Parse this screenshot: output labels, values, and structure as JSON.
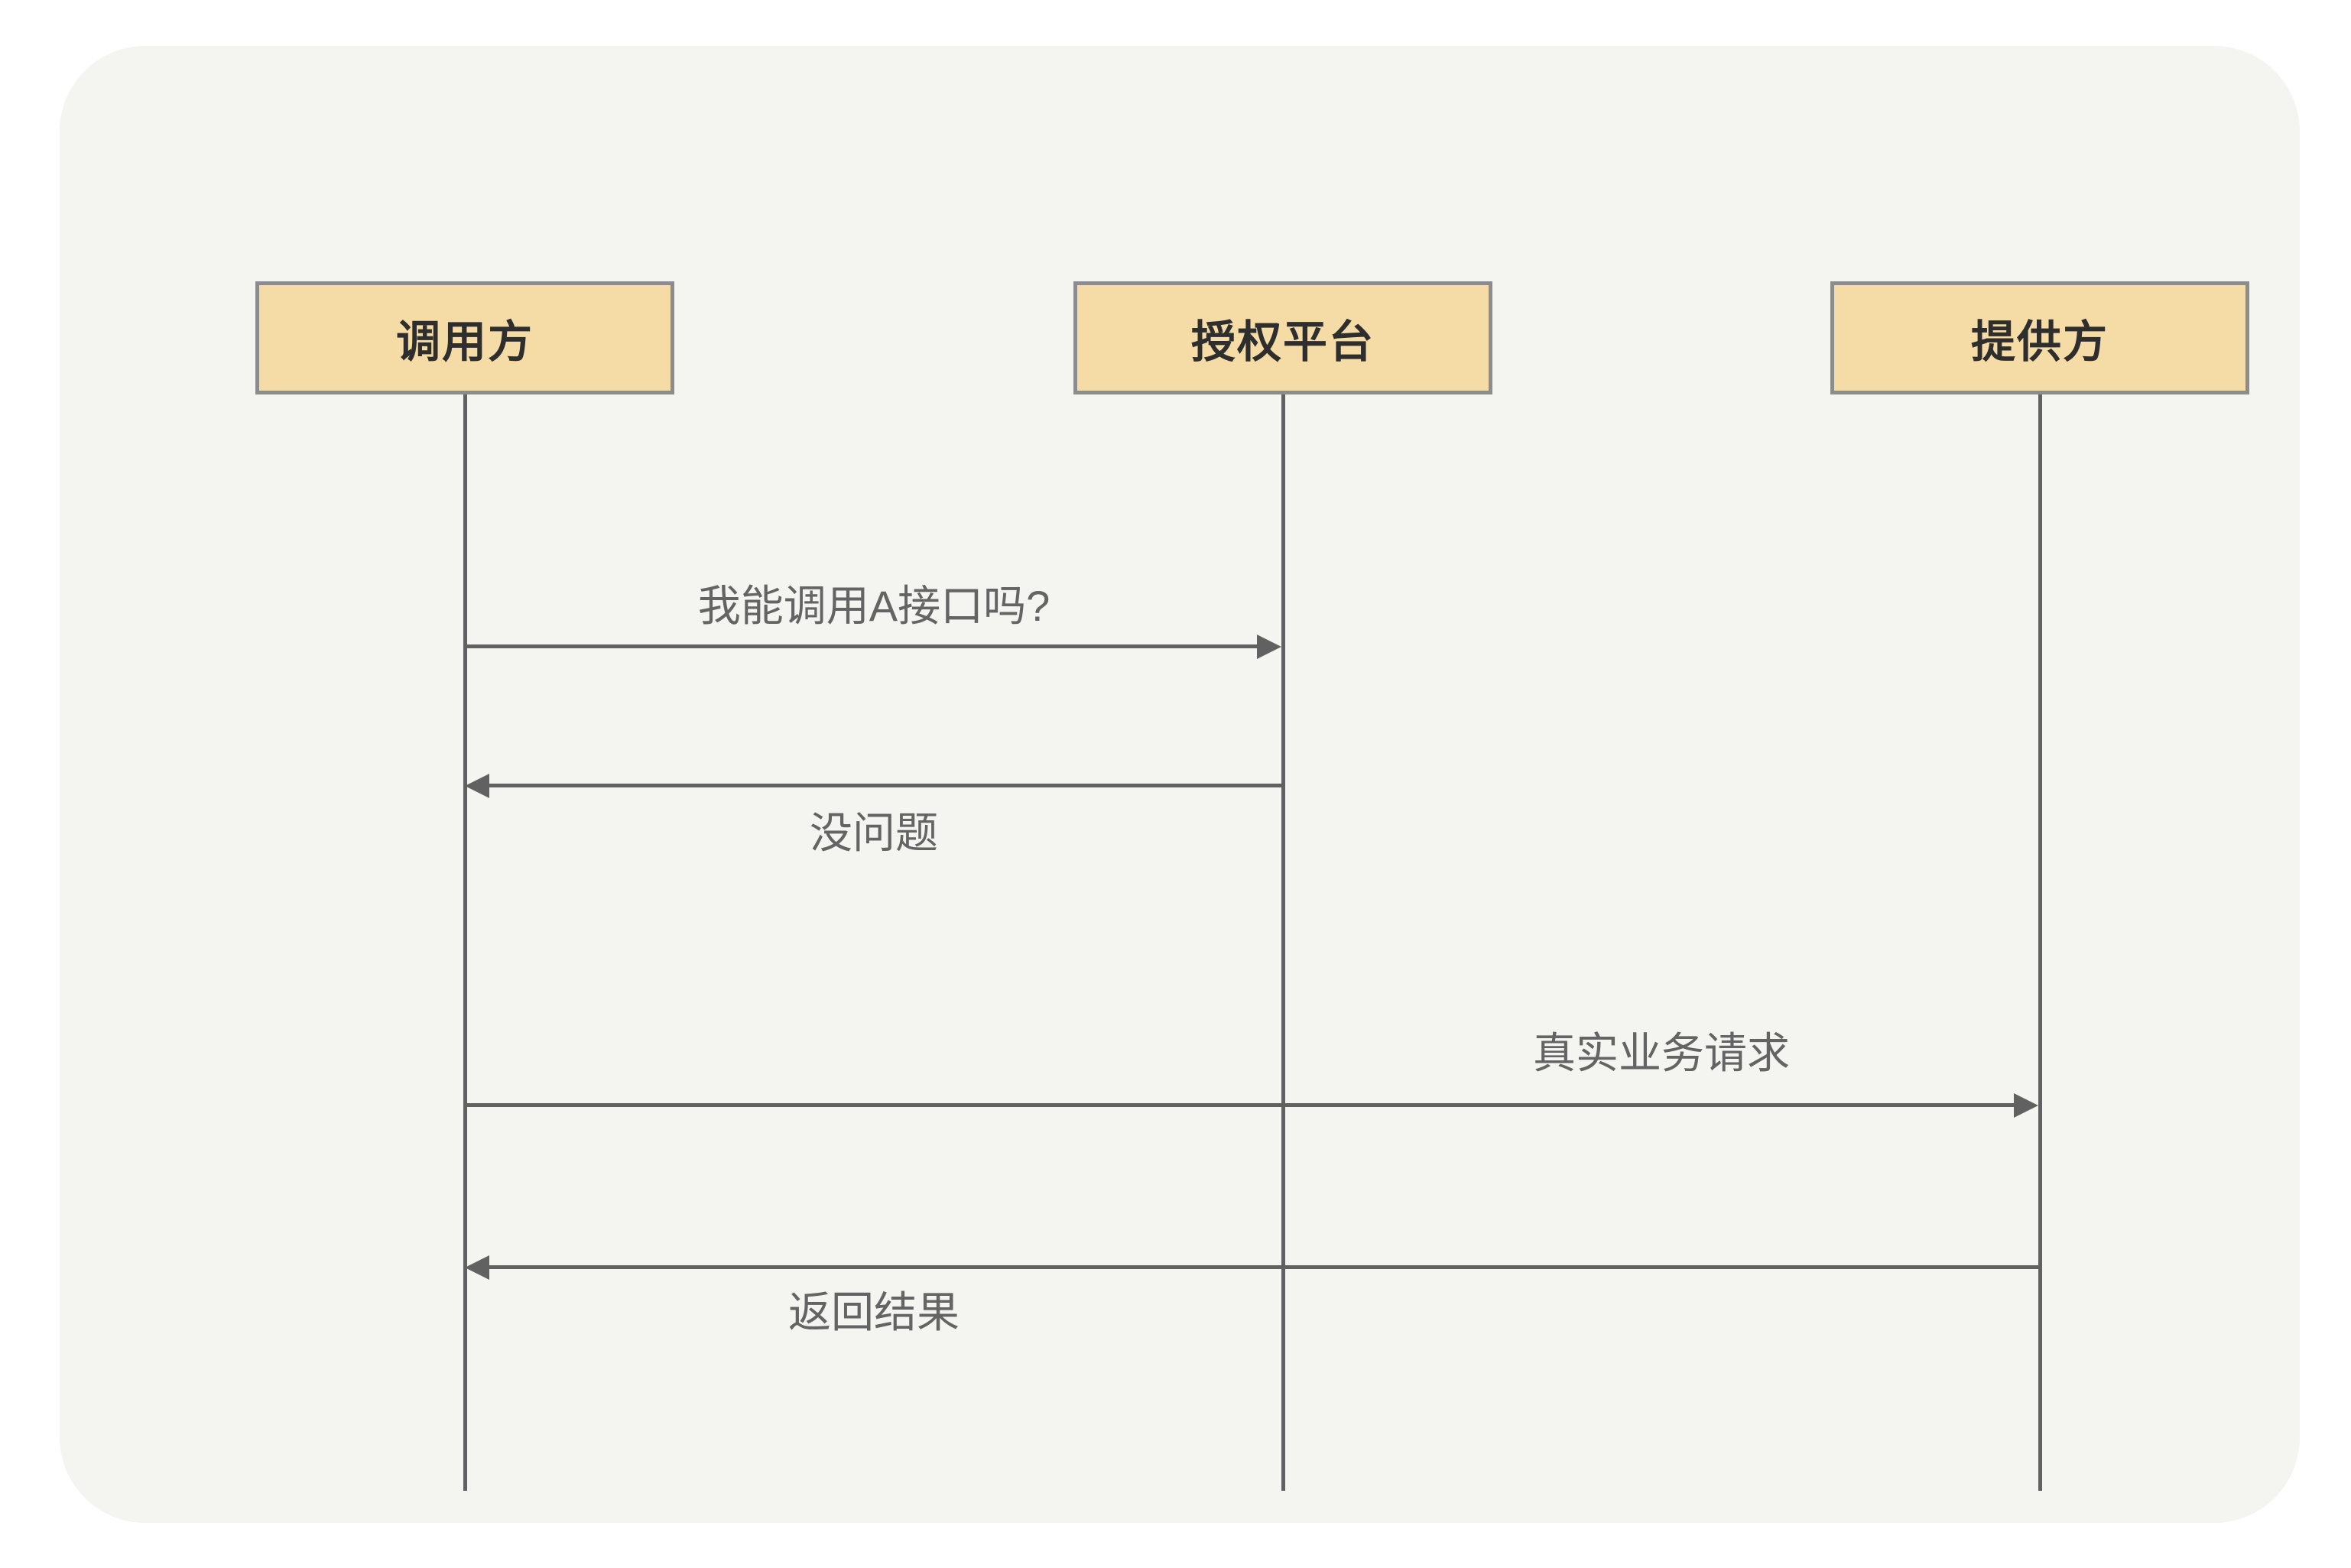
{
  "diagram": {
    "type": "sequence-diagram",
    "actors": [
      {
        "id": "caller",
        "label": "调用方"
      },
      {
        "id": "platform",
        "label": "授权平台"
      },
      {
        "id": "provider",
        "label": "提供方"
      }
    ],
    "messages": [
      {
        "label": "我能调用A接口吗?",
        "from": "调用方",
        "to": "授权平台",
        "direction": "right",
        "label_position": "above"
      },
      {
        "label": "没问题",
        "from": "授权平台",
        "to": "调用方",
        "direction": "left",
        "label_position": "below"
      },
      {
        "label": "真实业务请求",
        "from": "调用方",
        "to": "提供方",
        "direction": "right",
        "label_position": "above"
      },
      {
        "label": "返回结果",
        "from": "提供方",
        "to": "调用方",
        "direction": "left",
        "label_position": "below"
      }
    ],
    "colors": {
      "page_background": "#ffffff",
      "canvas_background": "#f4f4f1",
      "actor_fill": "#f5dca6",
      "actor_border": "#8c8c8c",
      "actor_text": "#2e2e2e",
      "line": "#616161",
      "message_text": "#646464"
    }
  }
}
